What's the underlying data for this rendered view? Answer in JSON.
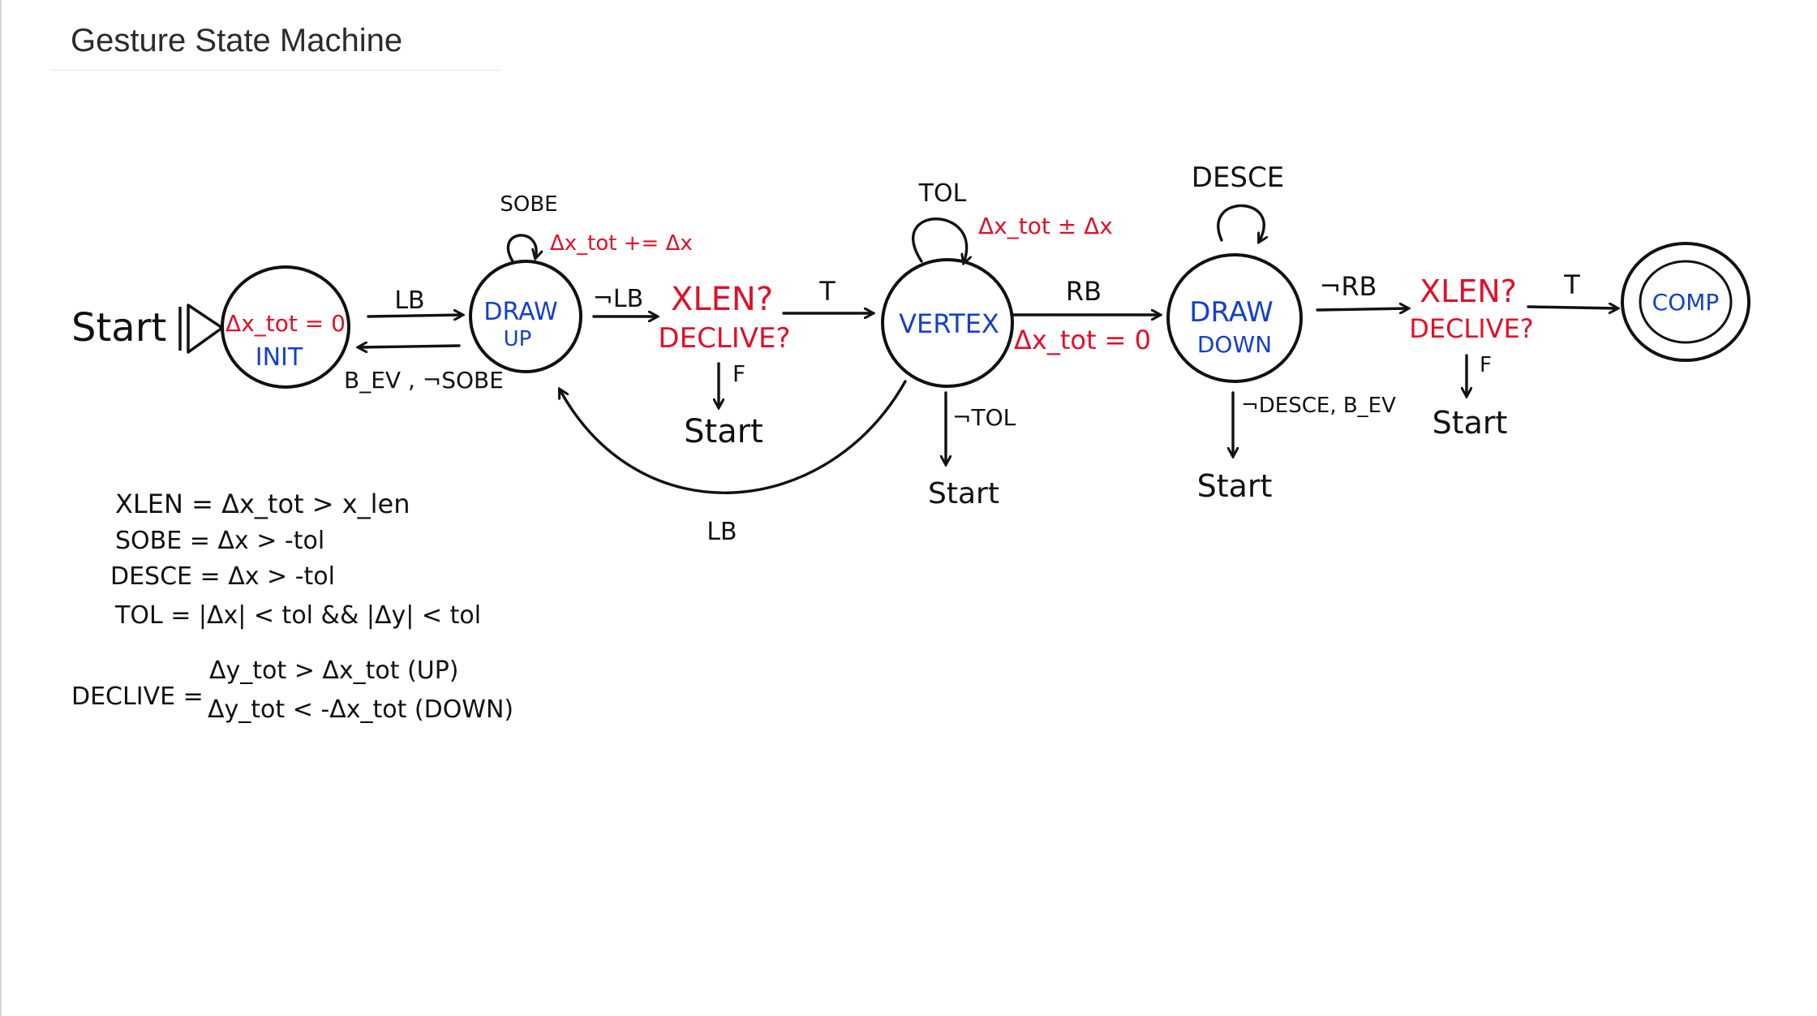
{
  "header": {
    "title": "Gesture State Machine"
  },
  "states": {
    "init_action": "Δx_tot = 0",
    "init_name": "INIT",
    "draw_up_line1": "DRAW",
    "draw_up_line2": "UP",
    "vertex": "VERTEX",
    "draw_down_line1": "DRAW",
    "draw_down_line2": "DOWN",
    "comp": "COMP"
  },
  "decisions": {
    "up_line1": "XLEN?",
    "up_line2": "DECLIVE?",
    "down_line1": "XLEN?",
    "down_line2": "DECLIVE?"
  },
  "transitions": {
    "start_main": "Start",
    "init_to_up": "LB",
    "up_to_init": "B_EV , ¬SOBE",
    "up_self": "SOBE",
    "up_self_action": "Δx_tot += Δx",
    "up_to_check": "¬LB",
    "check_up_true": "T",
    "check_up_false": "F",
    "check_up_start": "Start",
    "vertex_to_up": "LB",
    "vertex_self": "TOL",
    "vertex_self_action": "Δx_tot ± Δx",
    "vertex_exit": "¬TOL",
    "vertex_exit_start": "Start",
    "vertex_to_down": "RB",
    "vertex_to_down_action": "Δx_tot = 0",
    "down_self": "DESCE",
    "down_to_check": "¬RB",
    "down_exit": "¬DESCE, B_EV",
    "down_exit_start": "Start",
    "check_down_true": "T",
    "check_down_false": "F",
    "check_down_start": "Start"
  },
  "definitions": {
    "xlen": "XLEN = Δx_tot > x_len",
    "sobe": "SOBE = Δx > -tol",
    "desce": "DESCE = Δx > -tol",
    "tol": "TOL = |Δx| < tol && |Δy| < tol",
    "declive_label": "DECLIVE =",
    "declive_up": "Δy_tot > Δx_tot  (UP)",
    "declive_down": "Δy_tot < -Δx_tot  (DOWN)"
  },
  "colors": {
    "ink": "#111111",
    "red": "#e0102a",
    "blue": "#1540c9"
  }
}
